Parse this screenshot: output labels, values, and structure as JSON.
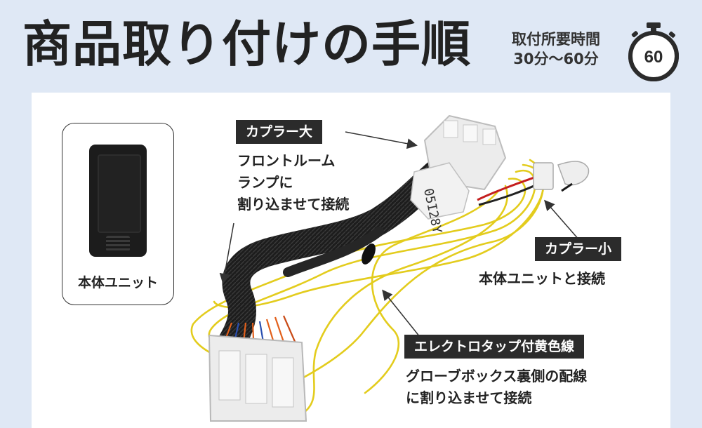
{
  "header": {
    "title": "商品取り付けの手順",
    "install_time_label": "取付所要時間",
    "install_time_value": "30分〜60分",
    "stopwatch_minutes": "60"
  },
  "unit": {
    "label": "本体ユニット"
  },
  "harness": {
    "tape_code": "05I28Y"
  },
  "callouts": {
    "large_coupler": {
      "tag": "カプラー大",
      "lines": [
        "フロントルーム",
        "ランプに",
        "割り込ませて接続"
      ]
    },
    "small_coupler": {
      "tag": "カプラー小",
      "lines": [
        "本体ユニットと接続"
      ]
    },
    "tap_wire": {
      "tag": "エレクトロタップ付黄色線",
      "lines": [
        "グローブボックス裏側の配線",
        "に割り込ませて接続"
      ]
    }
  },
  "colors": {
    "background": "#dfe8f5",
    "panel": "#ffffff",
    "tag_bg": "#2b2b2b",
    "title_text": "#222222",
    "wire_yellow": "#e3cc1d"
  }
}
